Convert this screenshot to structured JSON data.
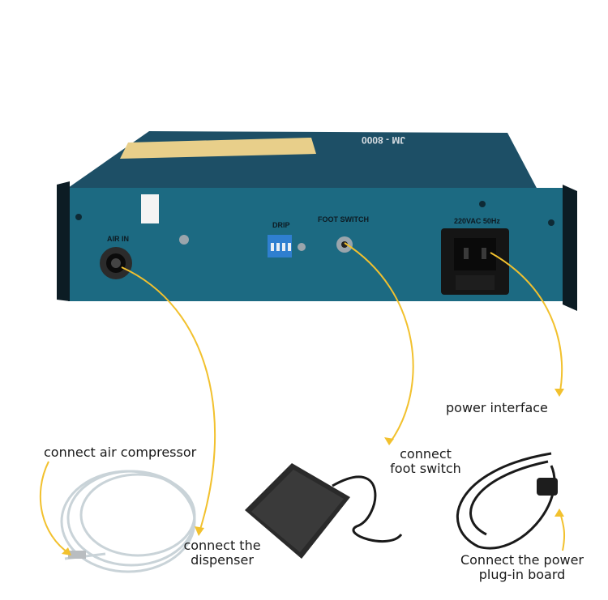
{
  "device": {
    "model_text": "JM - 8000",
    "labels": {
      "air_in": "AIR IN",
      "drip": "DRIP",
      "foot_switch": "FOOT SWITCH",
      "power": "220VAC 50Hz"
    }
  },
  "callouts": {
    "power_interface": "power interface",
    "connect_air_compressor": "connect air compressor",
    "connect_foot_switch": "connect\nfoot switch",
    "connect_dispenser": "connect the\ndispenser",
    "connect_power_plug": "Connect the power\nplug-in board"
  },
  "colors": {
    "body": "#1f5a74",
    "panel": "#1c6a82",
    "arrow": "#f2c12e"
  }
}
